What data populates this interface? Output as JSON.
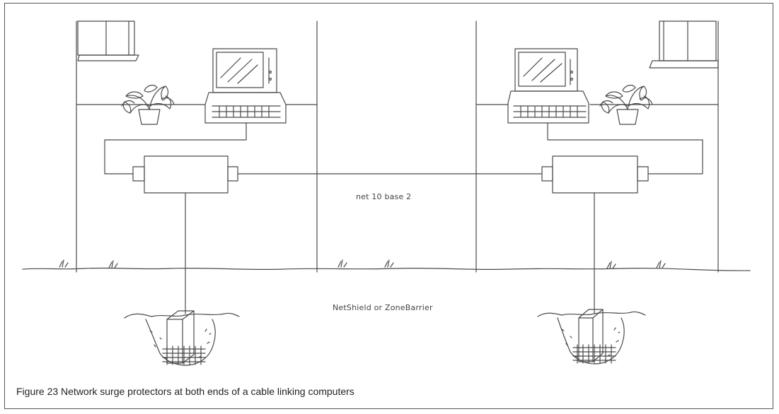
{
  "labels": {
    "network": "net 10 base 2",
    "device": "NetShield or ZoneBarrier"
  },
  "caption": "Figure 23  Network surge protectors at both ends of a cable linking computers",
  "colors": {
    "line": "#4a4a4a",
    "frame": "#555555",
    "text": "#444444"
  }
}
